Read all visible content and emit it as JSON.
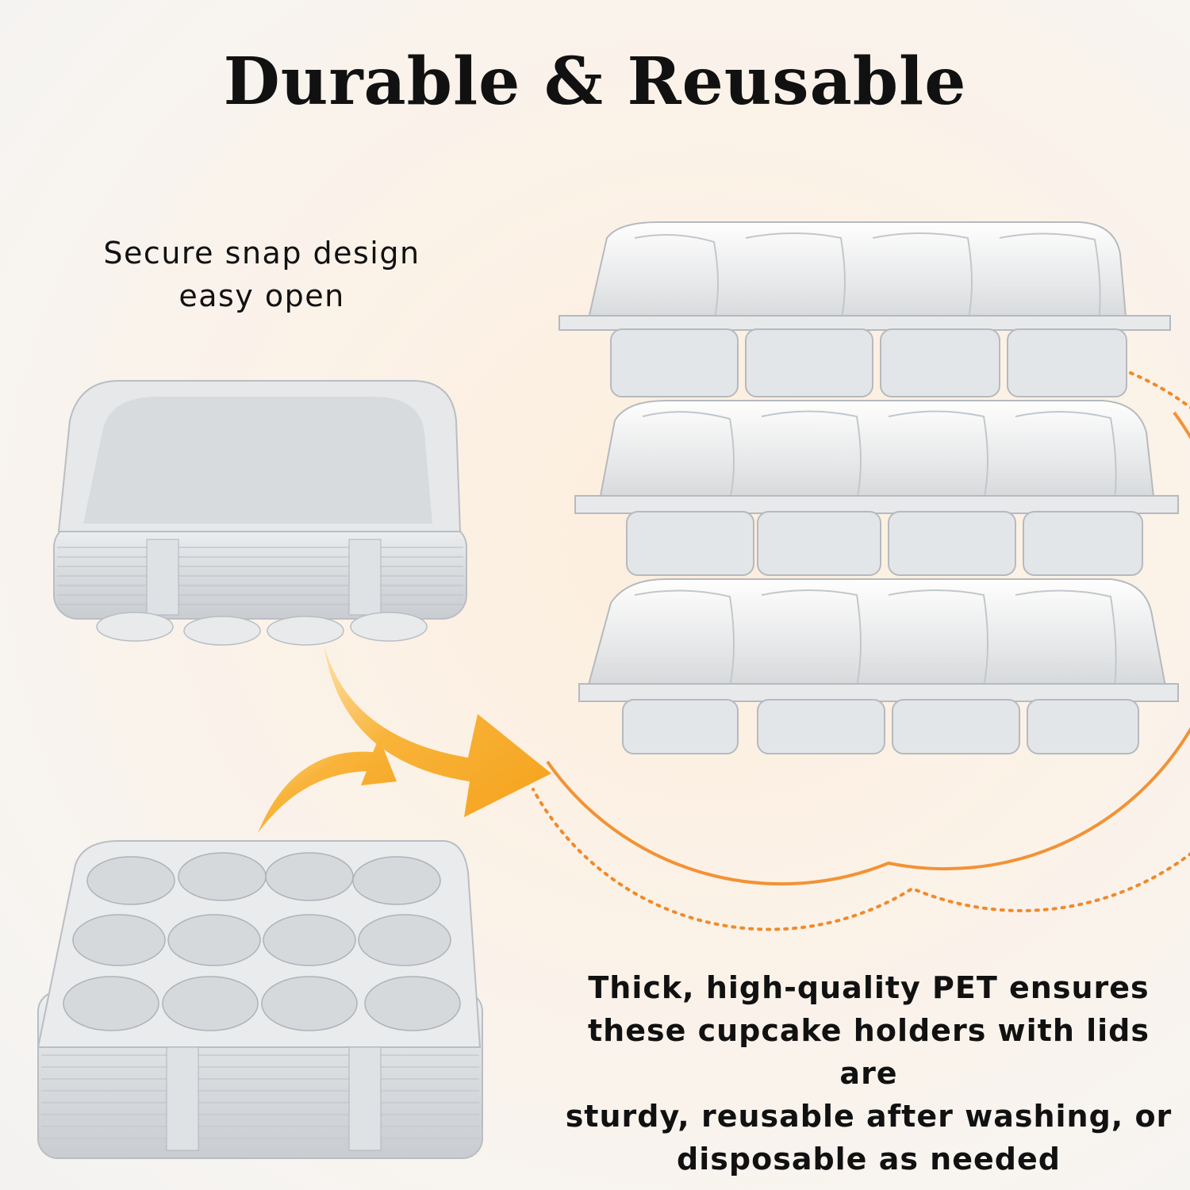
{
  "title": "Durable & Reusable",
  "caption_top": {
    "line1": "Secure snap design",
    "line2": "easy open"
  },
  "caption_bottom": {
    "line1": "Thick, high-quality PET ensures",
    "line2": "these cupcake holders with lids are",
    "line3": "sturdy, reusable after washing, or",
    "line4": "disposable as needed"
  },
  "colors": {
    "accent_orange": "#f5a623",
    "dotted_orange": "#f08a2a",
    "arc_orange": "#f29236"
  }
}
